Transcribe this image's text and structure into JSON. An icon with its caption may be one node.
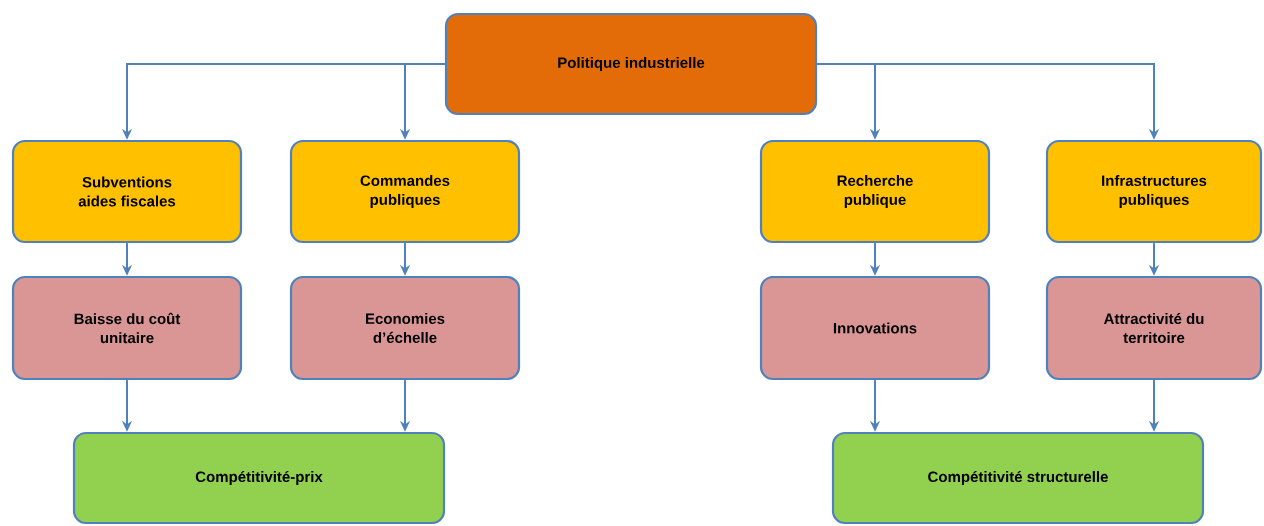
{
  "diagram": {
    "nodes": [
      {
        "text": [
          "Politique industrielle"
        ]
      },
      {
        "text": [
          "Subventions aides fiscales"
        ]
      },
      {
        "text": [
          "Commandes publiques"
        ]
      },
      {
        "text": [
          "Recherche publique"
        ]
      },
      {
        "text": [
          "Infrastructures publiques"
        ]
      },
      {
        "text": [
          "Baisse du coût unitaire"
        ]
      },
      {
        "text": [
          "Economies d’échelle"
        ]
      },
      {
        "text": [
          "Innovations"
        ]
      },
      {
        "text": [
          "Attractivité du territoire"
        ]
      },
      {
        "text": [
          "Compétitivité-prix"
        ]
      },
      {
        "text": [
          "Compétitivité structurelle"
        ]
      }
    ],
    "edges": [
      {
        "from": 0,
        "to": 1,
        "arrow": "to"
      },
      {
        "from": 0,
        "to": 2,
        "arrow": "to"
      },
      {
        "from": 0,
        "to": 3,
        "arrow": "to"
      },
      {
        "from": 0,
        "to": 4,
        "arrow": "to"
      },
      {
        "from": 1,
        "to": 5,
        "arrow": "to"
      },
      {
        "from": 2,
        "to": 6,
        "arrow": "to"
      },
      {
        "from": 3,
        "to": 7,
        "arrow": "to"
      },
      {
        "from": 4,
        "to": 8,
        "arrow": "to"
      },
      {
        "from": 5,
        "to": 9,
        "arrow": "to"
      },
      {
        "from": 6,
        "to": 9,
        "arrow": "to"
      },
      {
        "from": 7,
        "to": 10,
        "arrow": "to"
      },
      {
        "from": 8,
        "to": 10,
        "arrow": "to"
      }
    ]
  }
}
